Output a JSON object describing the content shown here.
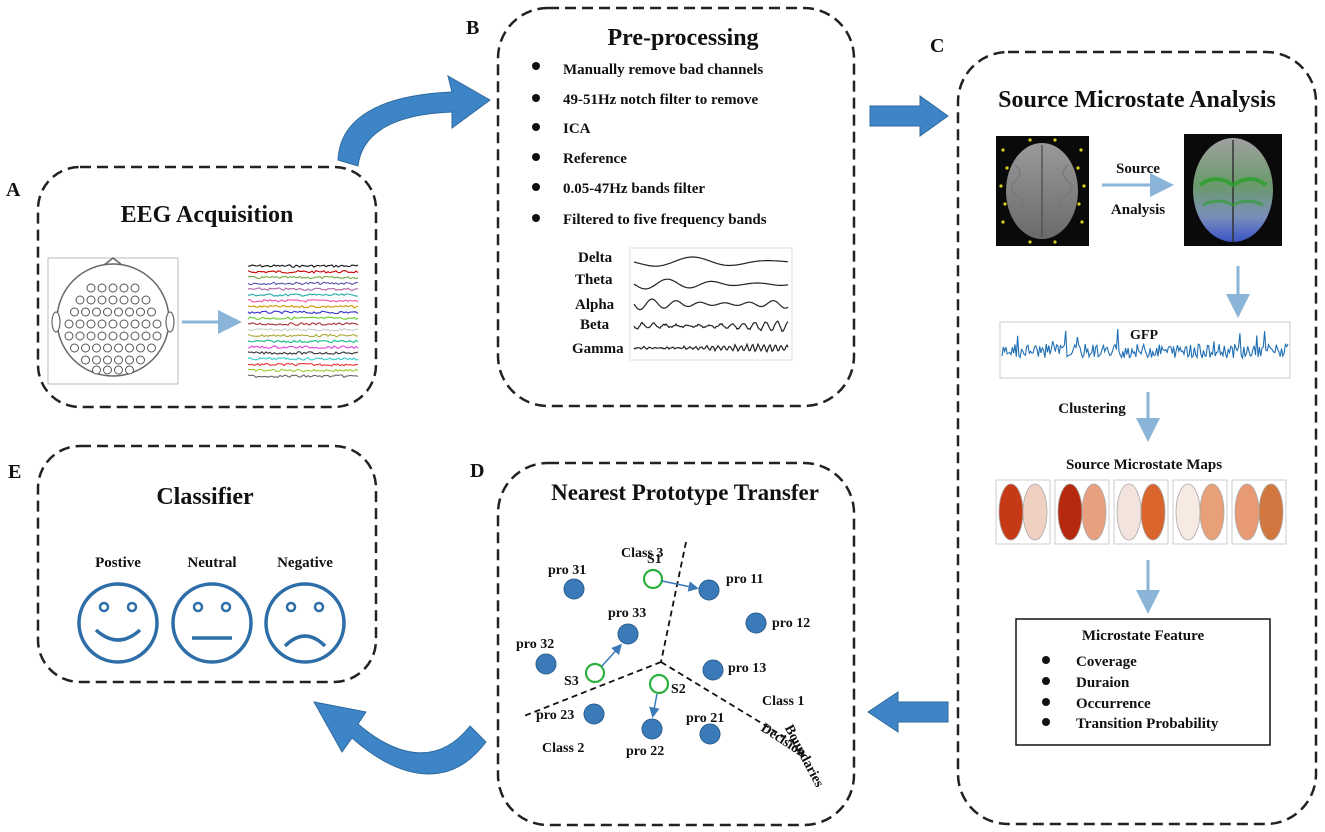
{
  "panels": {
    "A": {
      "letter": "A",
      "title": "EEG Acquisition"
    },
    "B": {
      "letter": "B",
      "title": "Pre-processing",
      "steps": [
        "Manually remove bad channels",
        "49-51Hz notch filter to remove",
        "ICA",
        "Reference",
        "0.05-47Hz bands filter",
        "Filtered to five frequency bands"
      ],
      "bands": [
        "Delta",
        "Theta",
        "Alpha",
        "Beta",
        "Gamma"
      ]
    },
    "C": {
      "letter": "C",
      "title": "Source Microstate Analysis",
      "source_label_1": "Source",
      "source_label_2": "Analysis",
      "gfp_label": "GFP",
      "clustering_label": "Clustering",
      "maps_title": "Source Microstate Maps",
      "feature_box": {
        "title": "Microstate Feature",
        "items": [
          "Coverage",
          "Duraion",
          "Occurrence",
          "Transition Probability"
        ]
      }
    },
    "D": {
      "letter": "D",
      "title": "Nearest Prototype Transfer",
      "class_labels": [
        "Class 3",
        "Class 1",
        "Class 2"
      ],
      "samples": [
        "S1",
        "S2",
        "S3"
      ],
      "prototypes": [
        "pro 31",
        "pro 11",
        "pro 33",
        "pro 12",
        "pro 32",
        "pro 13",
        "pro 23",
        "pro 22",
        "pro 21"
      ],
      "boundary_label_1": "Decision",
      "boundary_label_2": "Boundaries"
    },
    "E": {
      "letter": "E",
      "title": "Classifier",
      "emotions": [
        "Postive",
        "Neutral",
        "Negative"
      ]
    }
  },
  "colors": {
    "arrow_blue": "#3d85c6",
    "light_arrow": "#8ab4d8",
    "node_blue": "#3a7ab8",
    "sample_green": "#2bb040",
    "signal_blue": "#1f6fb4"
  }
}
